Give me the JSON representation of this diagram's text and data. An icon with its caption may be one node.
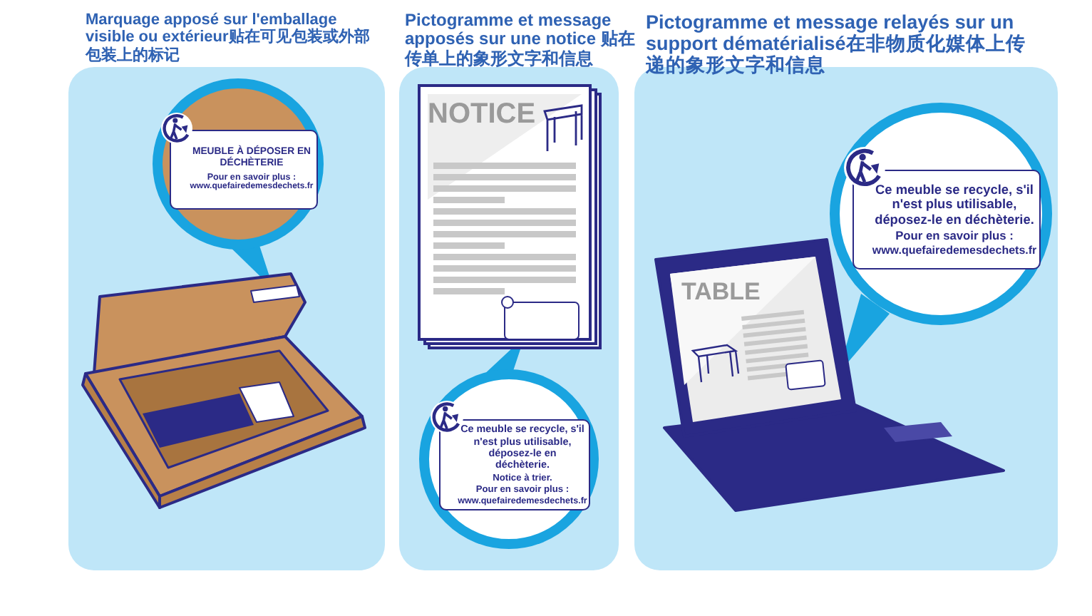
{
  "diagram": {
    "nodes": [
      {
        "text": [
          "Marquage apposé sur l'emballage visible ou extérieur贴在可见包装或外部包装上的标记"
        ]
      },
      {
        "text": [
          "MEUBLE À DÉPOSER EN DÉCHÈTERIE",
          "Pour en savoir plus :",
          "www.quefairedemesdechets.fr"
        ],
        "in": 0
      },
      {
        "text": [
          "Pictogramme et message apposés sur une notice 贴在传单上的象形文字和信息"
        ]
      },
      {
        "text": [
          "Ce meuble se recycle, s'il n'est plus utilisable, déposez-le en déchèterie.",
          "Notice à trier.",
          "Pour en savoir plus :",
          "www.quefairedemesdechets.fr"
        ],
        "in": 2
      },
      {
        "text": [
          "Pictogramme et message relayés sur un support dématérialisé在非物质化媒体上传递的象形文字和信息"
        ]
      },
      {
        "text": [
          "Ce meuble se recycle, s'il n'est plus utilisable, déposez-le en déchèterie.",
          "Pour en savoir plus :",
          "www.quefairedemesdechets.fr"
        ],
        "in": 4
      }
    ],
    "labels": [
      "NOTICE",
      "TABLE"
    ]
  }
}
